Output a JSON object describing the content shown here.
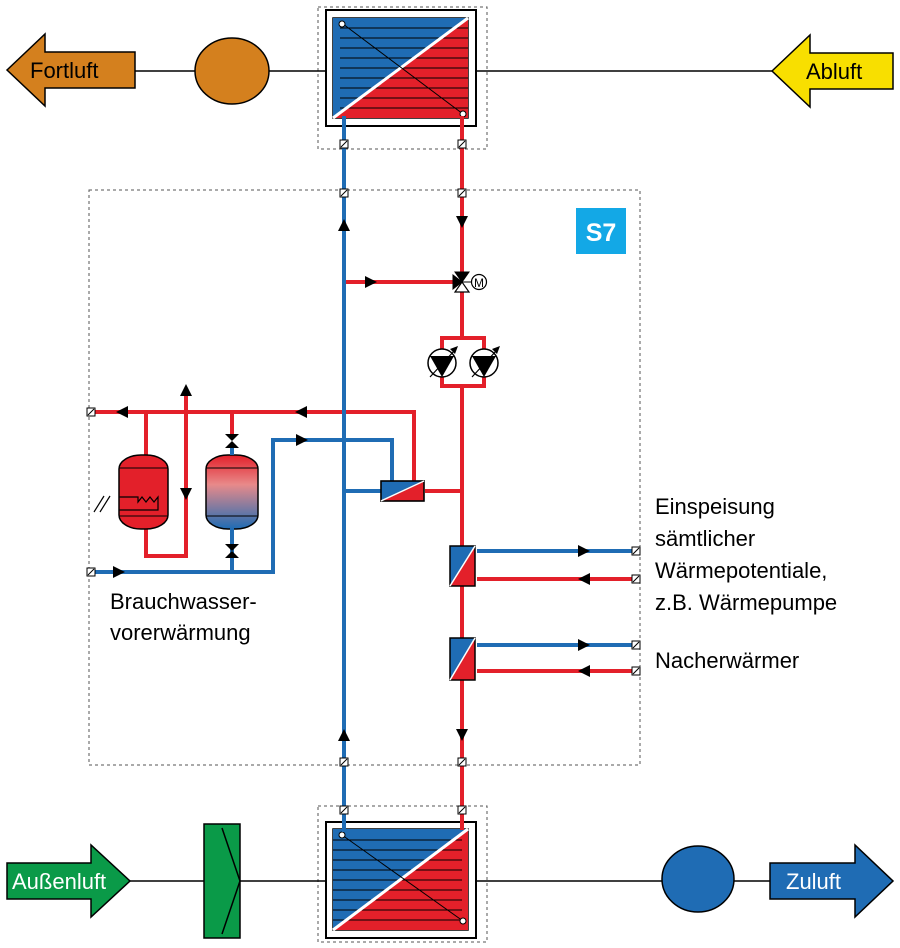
{
  "labels": {
    "fortluft": "Fortluft",
    "abluft": "Abluft",
    "aussenluft": "Außenluft",
    "zuluft": "Zuluft",
    "system_badge": "S7",
    "dhw_line1": "Brauchwasser-",
    "dhw_line2": "vorerwärmung",
    "feed_line1": "Einspeisung",
    "feed_line2": "sämtlicher",
    "feed_line3": "Wärmepotentiale,",
    "feed_line4": "z.B. Wärmepumpe",
    "reheater": "Nacherwärmer",
    "motor_symbol": "M"
  },
  "colors": {
    "hot": "#e3202a",
    "cold": "#1f6cb4",
    "fortluft": "#d4801e",
    "abluft": "#f8df00",
    "aussenluft": "#0a9a48",
    "zuluft": "#1f6cb4",
    "badge": "#13a8e6"
  }
}
